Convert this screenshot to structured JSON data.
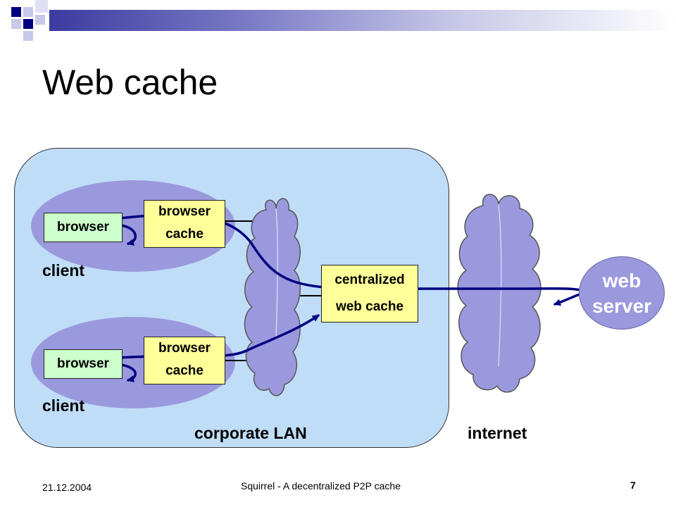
{
  "slide": {
    "title": "Web cache",
    "footer_date": "21.12.2004",
    "footer_center": "Squirrel - A decentralized P2P cache",
    "page_number": "7"
  },
  "diagram": {
    "lan_label": "corporate LAN",
    "internet_label": "internet",
    "client_top": {
      "label": "client",
      "browser": "browser",
      "cache_line1": "browser",
      "cache_line2": "cache"
    },
    "client_bottom": {
      "label": "client",
      "browser": "browser",
      "cache_line1": "browser",
      "cache_line2": "cache"
    },
    "central_cache": {
      "line1": "centralized",
      "line2": "web cache"
    },
    "web_server": {
      "line1": "web",
      "line2": "server"
    }
  },
  "colors": {
    "lan_fill": "#c0ddf8",
    "client_fill": "#9b99dd",
    "browser_fill": "#ccffcc",
    "cache_fill": "#ffff99",
    "cloud_fill": "#9b99dd",
    "arrow": "#000080"
  }
}
